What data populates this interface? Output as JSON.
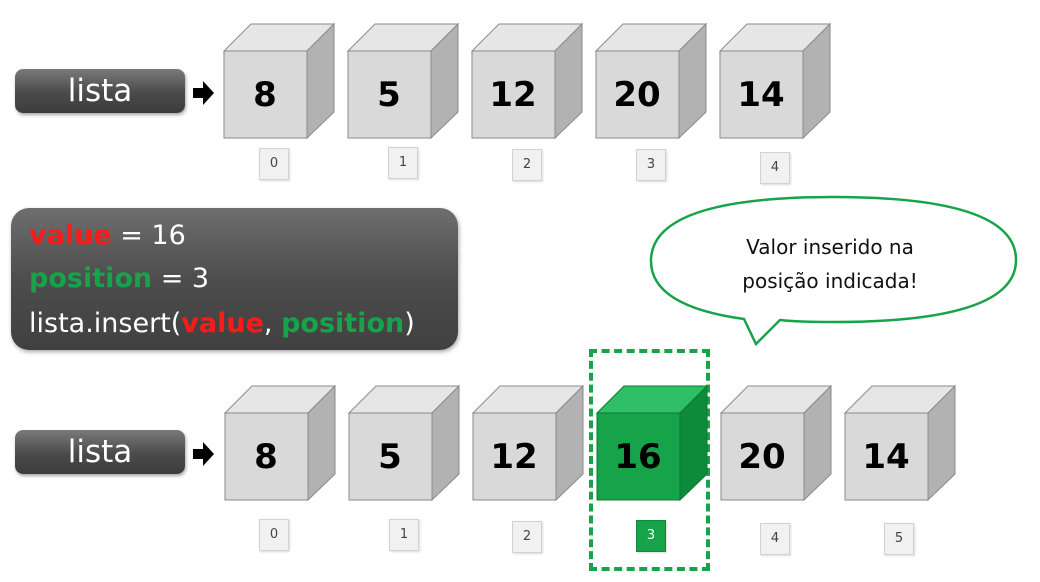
{
  "top_row": {
    "label": "lista",
    "values": [
      "8",
      "5",
      "12",
      "20",
      "14"
    ],
    "indices": [
      "0",
      "1",
      "2",
      "3",
      "4"
    ]
  },
  "code": {
    "line1": {
      "name": "value",
      "op": " = 16"
    },
    "line2": {
      "name": "position",
      "op": " = 3"
    },
    "line3": {
      "prefix": "lista.insert(",
      "arg1": "value",
      "sep": ", ",
      "arg2": "position",
      "suffix": ")"
    }
  },
  "bubble": {
    "line1": "Valor inserido na",
    "line2": "posição indicada!"
  },
  "bottom_row": {
    "label": "lista",
    "values": [
      "8",
      "5",
      "12",
      "16",
      "20",
      "14"
    ],
    "indices": [
      "0",
      "1",
      "2",
      "3",
      "4",
      "5"
    ],
    "highlight_index": 3
  },
  "colors": {
    "highlight": "#16a34a",
    "keyword_red": "#ff1a1a",
    "keyword_green": "#16a34a"
  }
}
